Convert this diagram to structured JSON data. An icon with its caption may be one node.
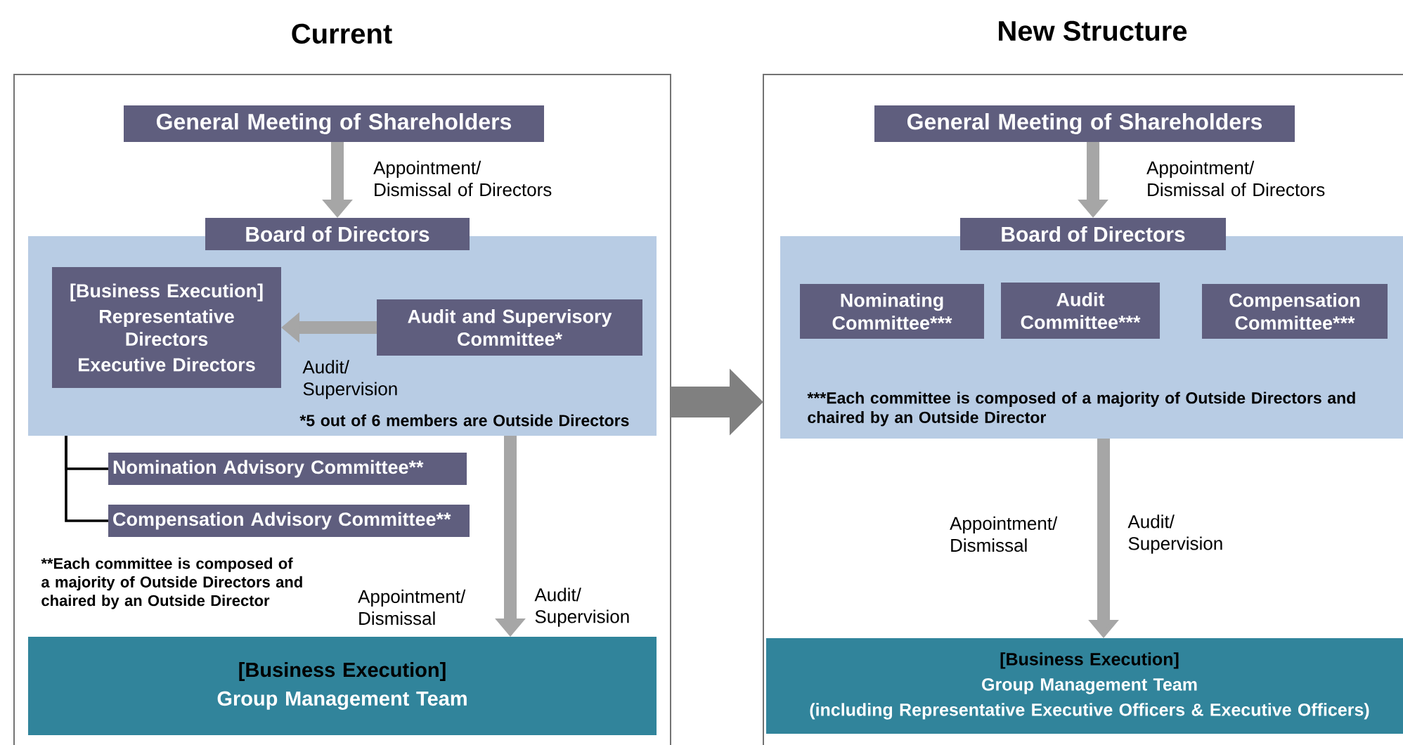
{
  "diagram": {
    "nodes": [
      {
        "text": [
          "Current"
        ]
      },
      {
        "text": [
          "New Structure"
        ]
      },
      {
        "text": [
          "General Meeting of Shareholders"
        ],
        "in": 0
      },
      {
        "text": [
          "Board of Directors"
        ],
        "in": 0
      },
      {
        "text": [
          "[Business Execution]",
          "Representative Directors",
          "Executive Directors"
        ],
        "in": 3
      },
      {
        "text": [
          "Audit and Supervisory Committee*"
        ],
        "in": 3
      },
      {
        "text": [
          "Nomination Advisory Committee**"
        ],
        "in": 0
      },
      {
        "text": [
          "Compensation Advisory Committee**"
        ],
        "in": 0
      },
      {
        "text": [
          "[Business Execution]",
          "Group Management Team"
        ],
        "in": 0
      },
      {
        "text": [
          "General Meeting of Shareholders"
        ],
        "in": 1
      },
      {
        "text": [
          "Board of Directors"
        ],
        "in": 1
      },
      {
        "text": [
          "Nominating Committee***"
        ],
        "in": 10
      },
      {
        "text": [
          "Audit Committee***"
        ],
        "in": 10
      },
      {
        "text": [
          "Compensation Committee***"
        ],
        "in": 10
      },
      {
        "text": [
          "[Business Execution]",
          "Group Management Team",
          "(including Representative Executive Officers & Executive Officers)"
        ],
        "in": 1
      }
    ],
    "edges": [
      {
        "from": 2,
        "to": 3,
        "arrow": "to",
        "label": "Appointment/ Dismissal of Directors"
      },
      {
        "from": 5,
        "to": 4,
        "arrow": "to"
      },
      {
        "from": 3,
        "to": 6,
        "arrow": "none",
        "color": "#000000"
      },
      {
        "from": 3,
        "to": 7,
        "arrow": "none",
        "color": "#000000"
      },
      {
        "from": 3,
        "to": 8,
        "arrow": "to",
        "label": "Appointment/ Dismissal"
      },
      {
        "from": 9,
        "to": 10,
        "arrow": "to",
        "label": "Appointment/ Dismissal of Directors"
      },
      {
        "from": 10,
        "to": 14,
        "arrow": "to",
        "label": "Appointment/ Dismissal"
      },
      {
        "from": 0,
        "to": 1,
        "arrow": "to",
        "style": "thick",
        "color": "#808080"
      }
    ],
    "labels": [
      "Audit/ Supervision",
      "*5 out of 6 members are Outside Directors",
      "**Each committee is composed of a majority of Outside Directors and chaired by an Outside Director",
      "Audit/ Supervision",
      "***Each committee is composed of a majority of Outside Directors and chaired by an Outside Director",
      "Audit/ Supervision"
    ]
  }
}
